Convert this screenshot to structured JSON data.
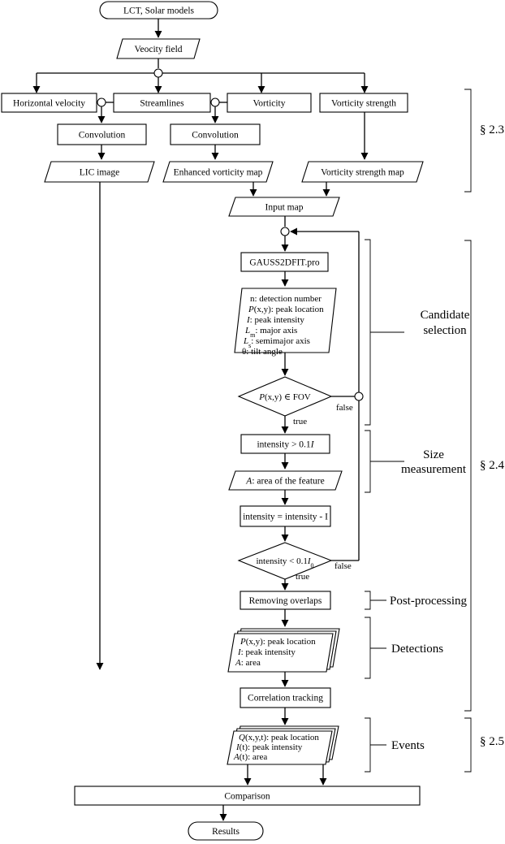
{
  "nodes": {
    "lct": "LCT, Solar models",
    "velocity": "Veocity field",
    "horizontal": "Horizontal velocity",
    "streamlines": "Streamlines",
    "vorticity": "Vorticity",
    "vstrength": "Vorticity strength",
    "conv1": "Convolution",
    "conv2": "Convolution",
    "lic": "LIC image",
    "enhanced": "Enhanced vorticity map",
    "vsmap": "Vorticity strength map",
    "input": "Input map",
    "gauss": "GAUSS2DFIT.pro",
    "params": [
      {
        "v": "P",
        "r": "(x,y): peak location"
      },
      {
        "v": "I",
        "r": ": peak intensity"
      },
      {
        "v": "L",
        "sub": "m",
        "r": ": major axis"
      },
      {
        "v": "L",
        "sub": "s",
        "r": ": semimajor axis"
      },
      {
        "v": "",
        "r": "θ: tilt angle"
      }
    ],
    "params_first": "n: detection number",
    "fov_v": "P",
    "fov_r": "(x,y) ∈ FOV",
    "thr1_l": "intensity > 0.1",
    "thr1_v": "I",
    "area_v": "A",
    "area_r": ": area of the feature",
    "subtract": "intensity = intensity - I",
    "thr2_l": "intensity < 0.1",
    "thr2_v": "I",
    "thr2_sub": "0",
    "overlap": "Removing overlaps",
    "det": [
      {
        "v": "P",
        "r": "(x,y): peak location"
      },
      {
        "v": "I",
        "r": ": peak intensity"
      },
      {
        "v": "A",
        "r": ": area"
      }
    ],
    "corr": "Correlation tracking",
    "ev": [
      {
        "v": "Q",
        "r": "(x,y,t): peak location"
      },
      {
        "v": "I",
        "r": "(t): peak intensity"
      },
      {
        "v": "A",
        "r": "(t): area"
      }
    ],
    "comparison": "Comparison",
    "results": "Results"
  },
  "edge_labels": {
    "false1": "false",
    "true1": "true",
    "false2": "false",
    "true2": "true"
  },
  "brackets": {
    "candidate1": "Candidate",
    "candidate2": "selection",
    "size1": "Size",
    "size2": "measurement",
    "post": "Post-processing",
    "detections": "Detections",
    "events": "Events",
    "sec23": "§ 2.3",
    "sec24": "§ 2.4",
    "sec25": "§ 2.5"
  }
}
